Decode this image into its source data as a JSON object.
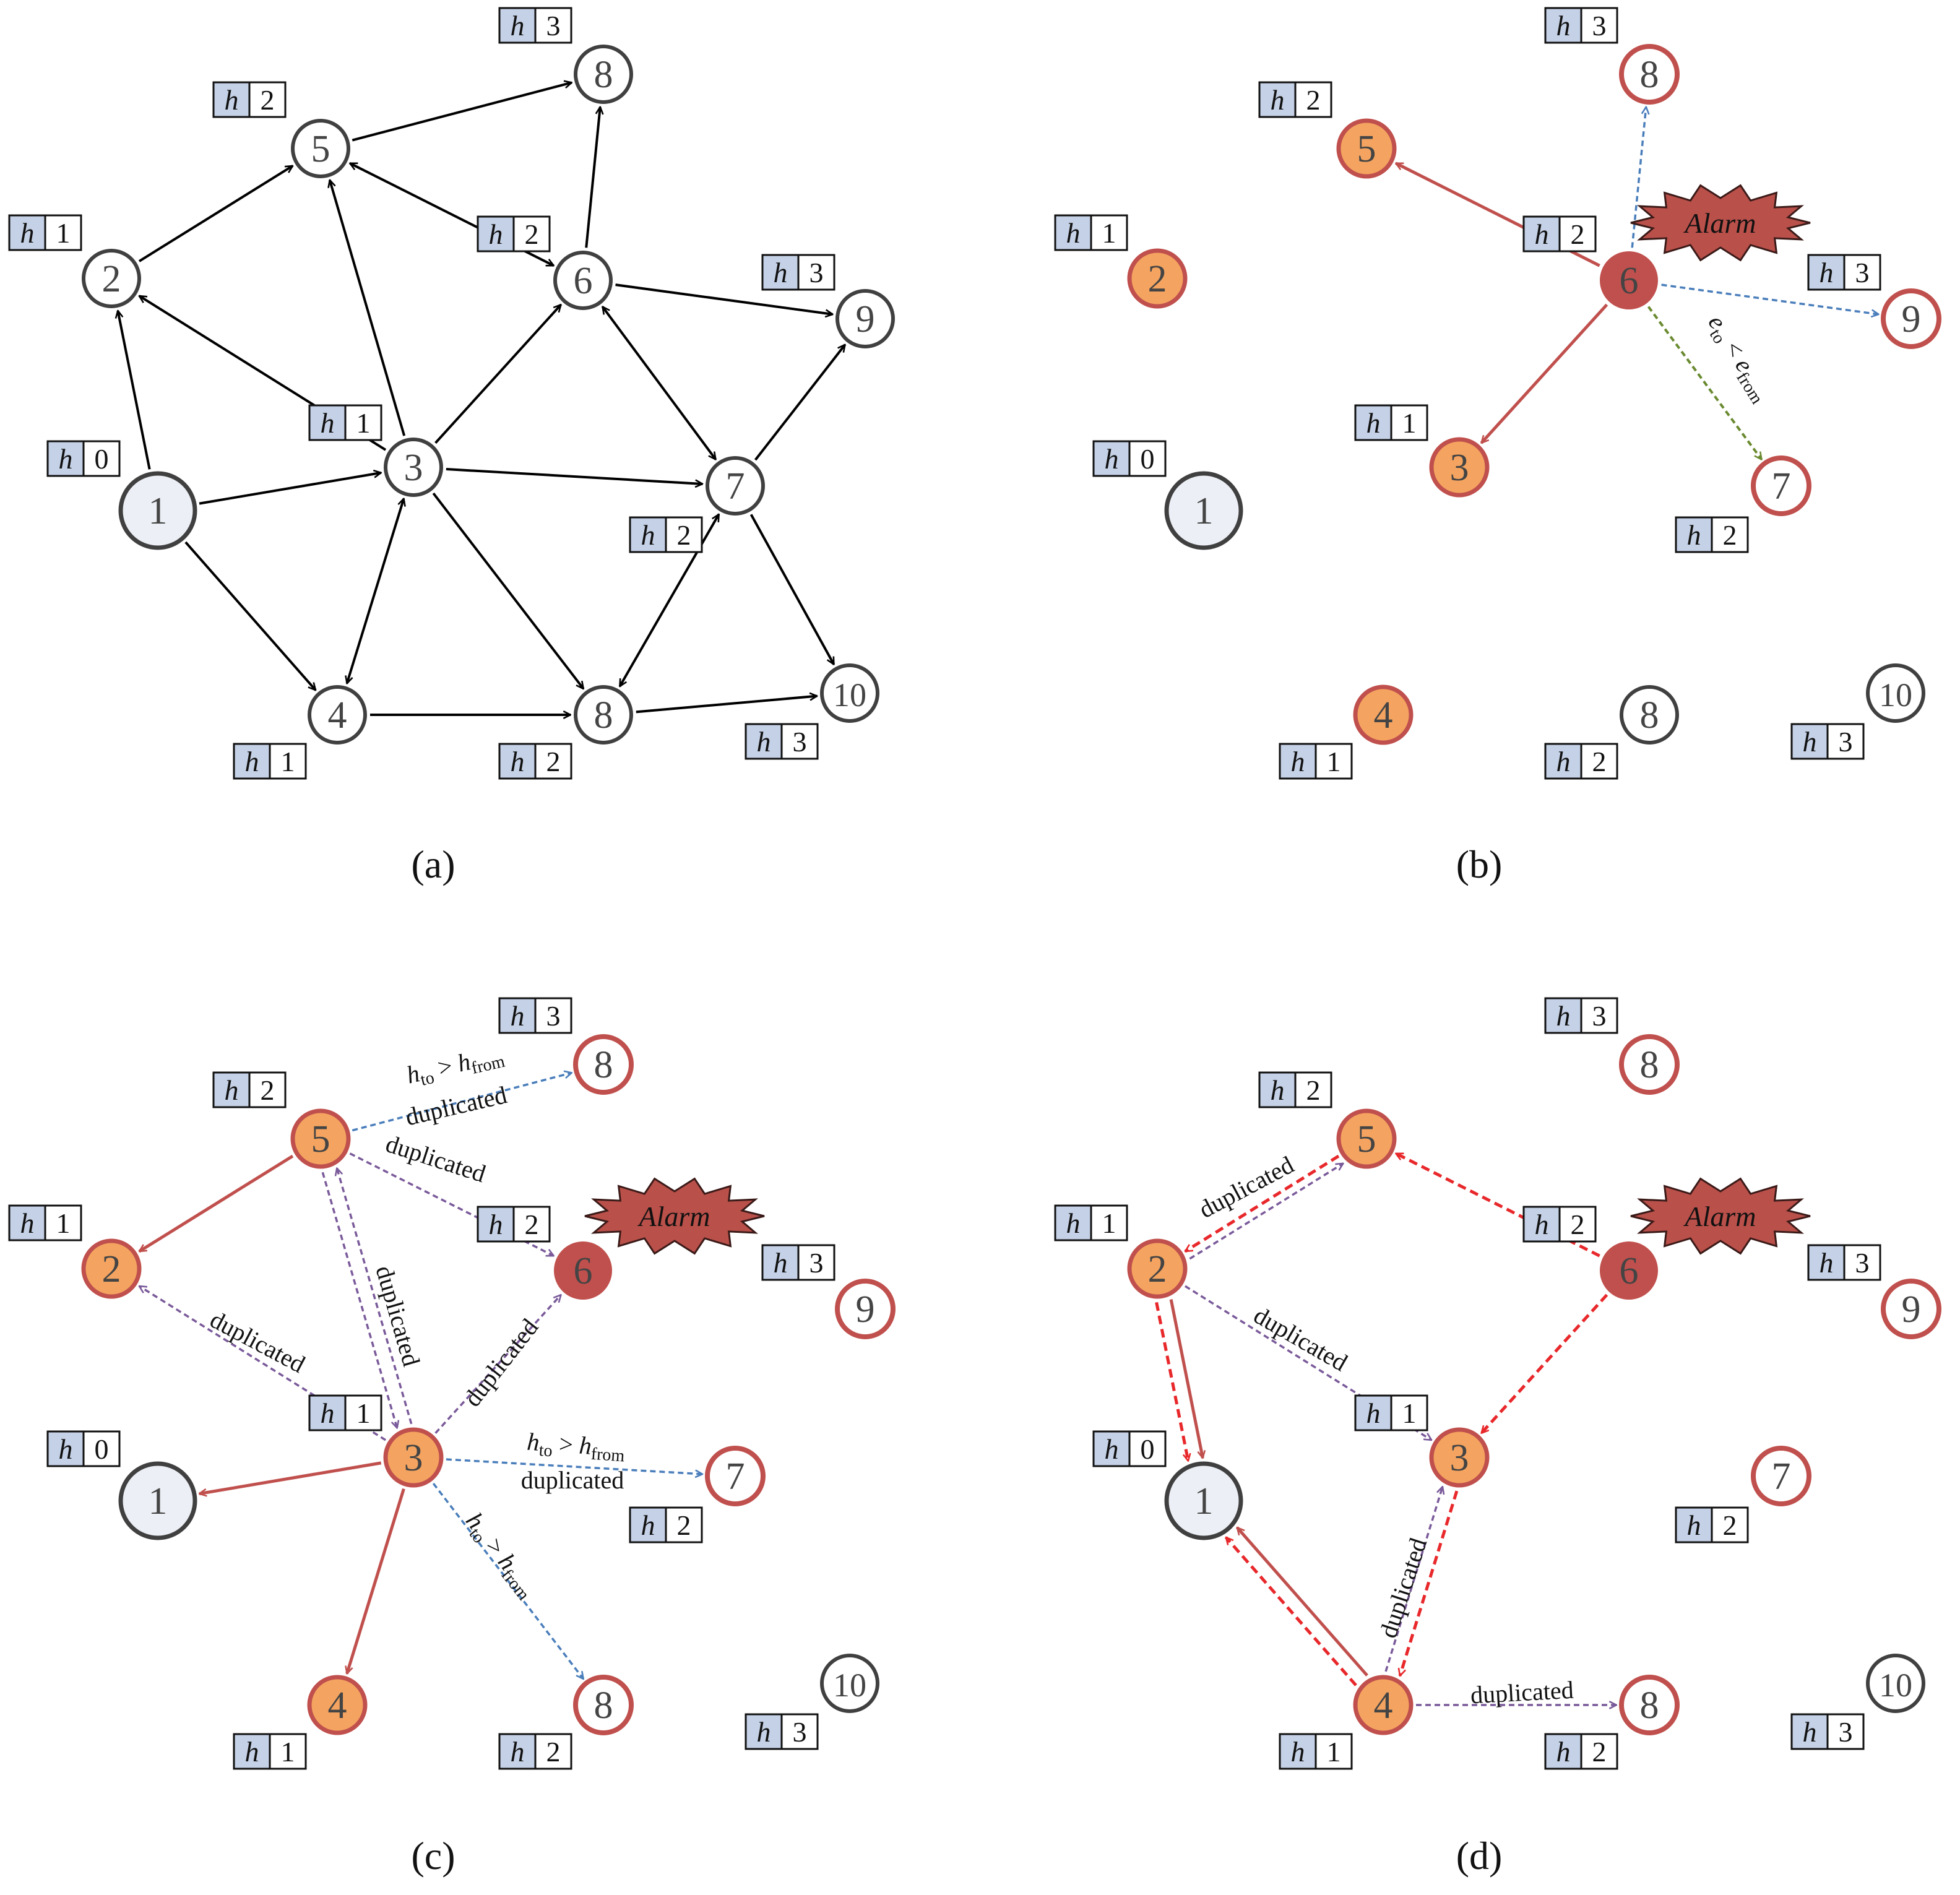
{
  "colors": {
    "node_default_stroke": "#404040",
    "node_source_fill": "#eceff5",
    "node_orange_fill": "#f4a460",
    "node_red_stroke": "#c0504d",
    "node_alarm_fill": "#c0504d",
    "edge_black": "#000000",
    "edge_red": "#c0504d",
    "edge_blue": "#4a7ebb",
    "edge_purple": "#7a5a9a",
    "edge_green": "#6a8a30",
    "edge_bright_red": "#e8282b",
    "box_shade": "#c5d1e6",
    "alarm_fill": "#b9504a"
  },
  "icons": [
    "alarm-burst-icon"
  ],
  "h_symbol": "h",
  "alarm_text": "Alarm",
  "panels": [
    {
      "id": "a",
      "caption": "(a)",
      "nodes": [
        {
          "label": "1",
          "h": "0"
        },
        {
          "label": "2",
          "h": "1"
        },
        {
          "label": "3",
          "h": "1"
        },
        {
          "label": "4",
          "h": "1"
        },
        {
          "label": "5",
          "h": "2"
        },
        {
          "label": "6",
          "h": "2"
        },
        {
          "label": "7",
          "h": "2"
        },
        {
          "label": "8",
          "h": "3"
        },
        {
          "label": "8",
          "h": "2"
        },
        {
          "label": "9",
          "h": "3"
        },
        {
          "label": "10",
          "h": "3"
        }
      ]
    },
    {
      "id": "b",
      "caption": "(b)",
      "nodes": [
        {
          "label": "1",
          "h": "0"
        },
        {
          "label": "2",
          "h": "1"
        },
        {
          "label": "3",
          "h": "1"
        },
        {
          "label": "4",
          "h": "1"
        },
        {
          "label": "5",
          "h": "2"
        },
        {
          "label": "6",
          "h": "2"
        },
        {
          "label": "7",
          "h": "2"
        },
        {
          "label": "8",
          "h": "3"
        },
        {
          "label": "8",
          "h": "2"
        },
        {
          "label": "9",
          "h": "3"
        },
        {
          "label": "10",
          "h": "3"
        }
      ],
      "edge_labels": {
        "e_to": "e",
        "to_sub": "to",
        "lt": " < ",
        "e_from": "e",
        "from_sub": "from"
      }
    },
    {
      "id": "c",
      "caption": "(c)",
      "nodes": [
        {
          "label": "1",
          "h": "0"
        },
        {
          "label": "2",
          "h": "1"
        },
        {
          "label": "3",
          "h": "1"
        },
        {
          "label": "4",
          "h": "1"
        },
        {
          "label": "5",
          "h": "2"
        },
        {
          "label": "6",
          "h": "2"
        },
        {
          "label": "7",
          "h": "2"
        },
        {
          "label": "8",
          "h": "3"
        },
        {
          "label": "8",
          "h": "2"
        },
        {
          "label": "9",
          "h": "3"
        },
        {
          "label": "10",
          "h": "3"
        }
      ],
      "edge_labels": {
        "duplicated": "duplicated",
        "h_to": "h",
        "to_sub": "to",
        "gt": " > ",
        "h_from": "h",
        "from_sub": "from"
      }
    },
    {
      "id": "d",
      "caption": "(d)",
      "nodes": [
        {
          "label": "1",
          "h": "0"
        },
        {
          "label": "2",
          "h": "1"
        },
        {
          "label": "3",
          "h": "1"
        },
        {
          "label": "4",
          "h": "1"
        },
        {
          "label": "5",
          "h": "2"
        },
        {
          "label": "6",
          "h": "2"
        },
        {
          "label": "7",
          "h": "2"
        },
        {
          "label": "8",
          "h": "3"
        },
        {
          "label": "8",
          "h": "2"
        },
        {
          "label": "9",
          "h": "3"
        },
        {
          "label": "10",
          "h": "3"
        }
      ],
      "edge_labels": {
        "duplicated": "duplicated"
      }
    }
  ]
}
